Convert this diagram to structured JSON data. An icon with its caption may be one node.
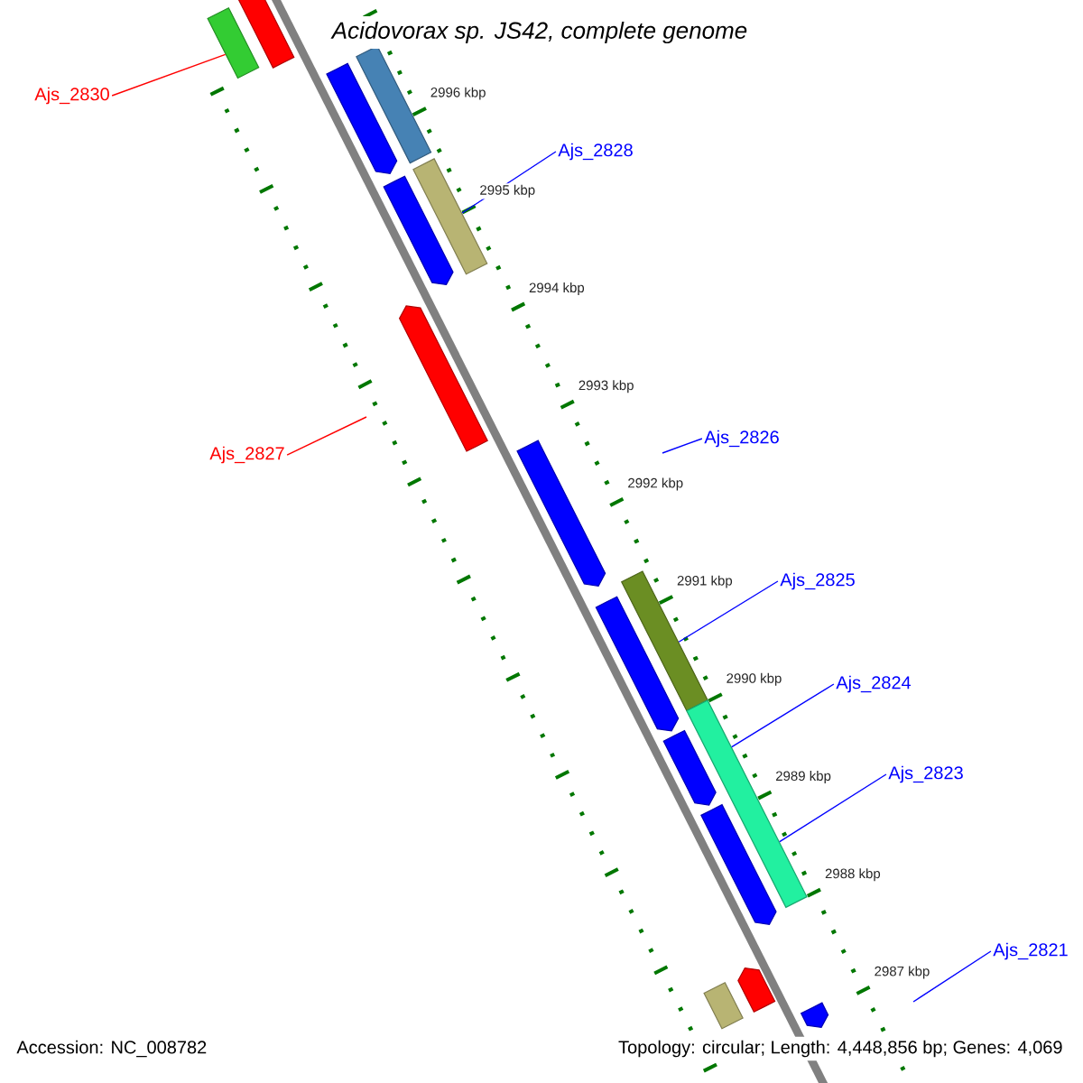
{
  "diagram": {
    "title": "Acidovorax sp. JS42, complete genome",
    "nodes": [
      {
        "text": [
          "Ajs_2830"
        ]
      },
      {
        "text": [
          "Ajs_2828"
        ]
      },
      {
        "text": [
          "Ajs_2827"
        ]
      },
      {
        "text": [
          "Ajs_2826"
        ]
      },
      {
        "text": [
          "Ajs_2825"
        ]
      },
      {
        "text": [
          "Ajs_2824"
        ]
      },
      {
        "text": [
          "Ajs_2823"
        ]
      },
      {
        "text": [
          "Ajs_2821"
        ]
      },
      {
        "text": [],
        "shape": "arrow"
      },
      {
        "text": [],
        "shape": "bar"
      },
      {
        "text": [],
        "shape": "arrow"
      },
      {
        "text": [],
        "shape": "bar"
      },
      {
        "text": [],
        "shape": "arrow"
      },
      {
        "text": [],
        "shape": "bar"
      },
      {
        "text": [],
        "shape": "arrow"
      },
      {
        "text": [],
        "shape": "arrow"
      },
      {
        "text": [],
        "shape": "bar"
      },
      {
        "text": [],
        "shape": "arrow"
      },
      {
        "text": [],
        "shape": "bar"
      },
      {
        "text": [],
        "shape": "arrow"
      },
      {
        "text": [],
        "shape": "arrow"
      },
      {
        "text": [],
        "shape": "arrow"
      },
      {
        "text": [],
        "shape": "bar"
      },
      {
        "text": [],
        "shape": "arrow"
      }
    ],
    "edges": [
      {
        "from": 0,
        "to": 9,
        "arrow": "none",
        "color": "#ff0000"
      },
      {
        "from": 1,
        "to": 13,
        "arrow": "none"
      },
      {
        "from": 2,
        "to": null,
        "arrow": "none",
        "color": "#ff0000"
      },
      {
        "from": 3,
        "to": null,
        "arrow": "none"
      },
      {
        "from": 4,
        "to": 16,
        "arrow": "none"
      },
      {
        "from": 5,
        "to": 18,
        "arrow": "none"
      },
      {
        "from": 6,
        "to": 18,
        "arrow": "none"
      },
      {
        "from": 7,
        "to": null,
        "arrow": "none"
      }
    ],
    "labels": [
      "2996 kbp",
      "2995 kbp",
      "2994 kbp",
      "2993 kbp",
      "2992 kbp",
      "2991 kbp",
      "2990 kbp",
      "2989 kbp",
      "2988 kbp",
      "2987 kbp",
      "Accession: NC_008782",
      "Topology: circular; Length: 4,448,856 bp; Genes: 4,069"
    ]
  }
}
